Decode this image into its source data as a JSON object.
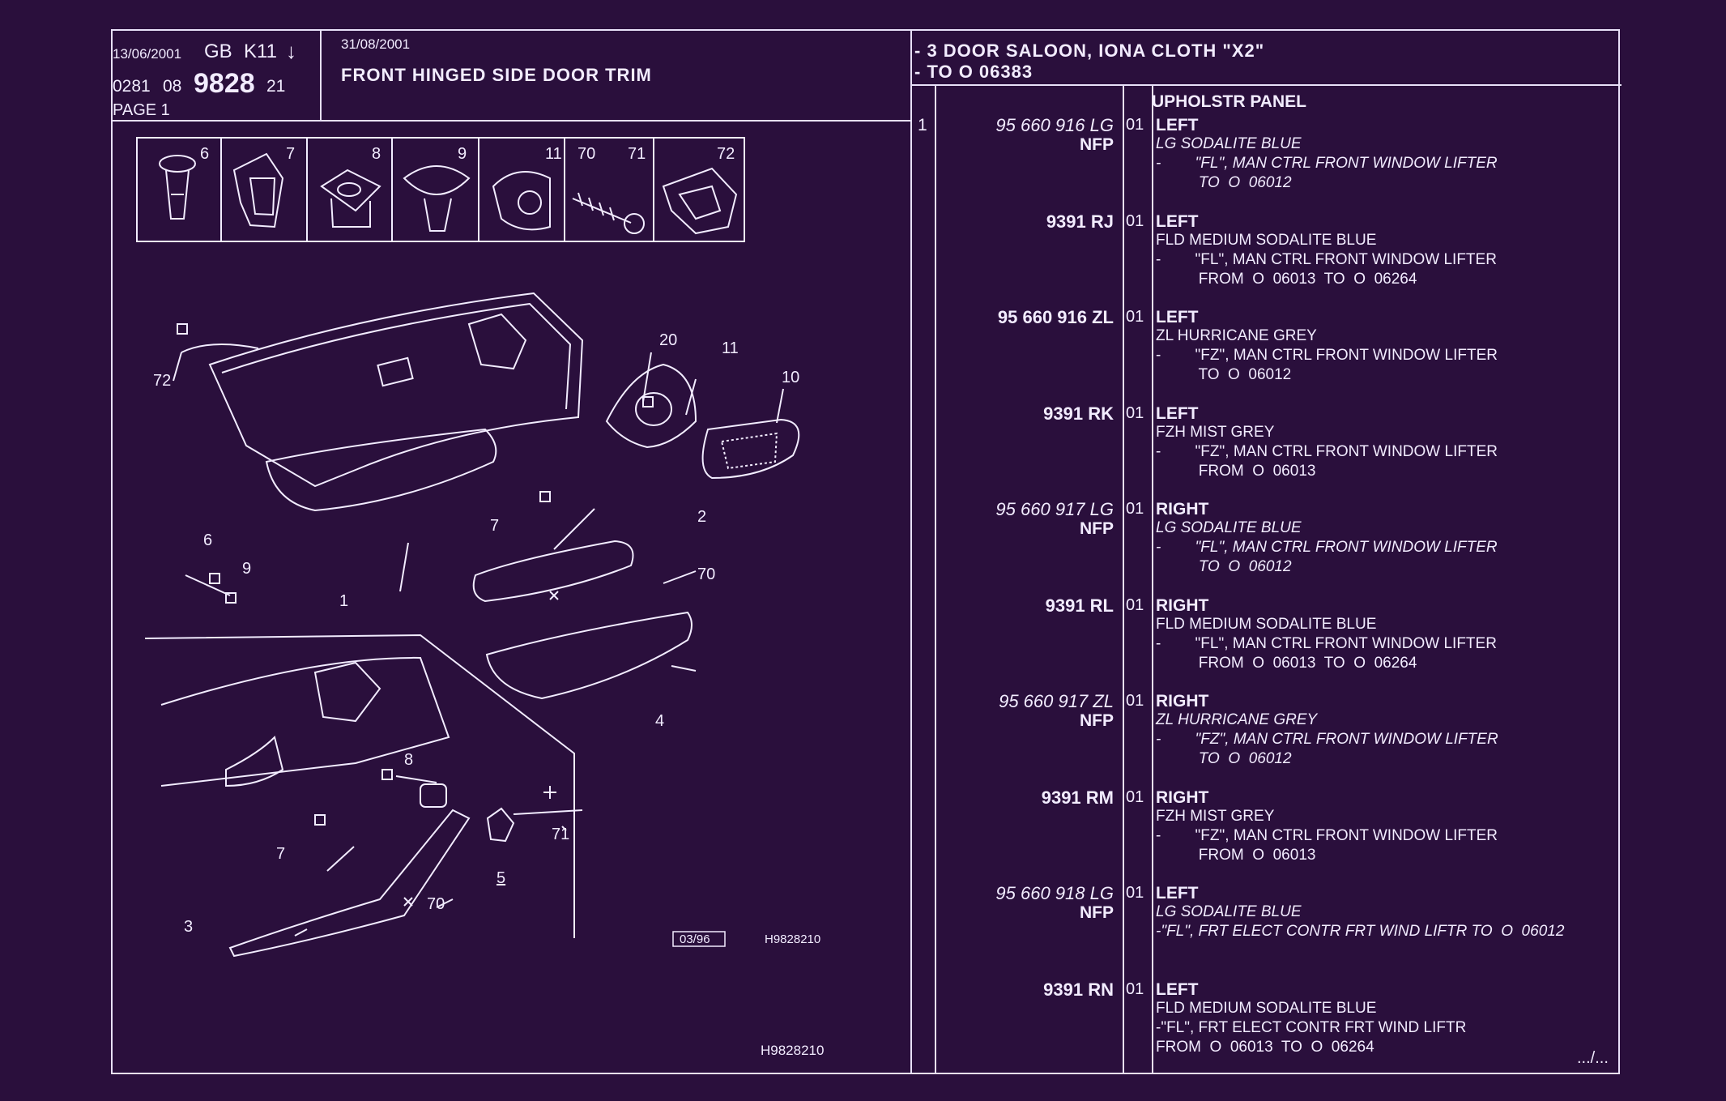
{
  "header": {
    "print_date": "13/06/2001",
    "country_code": "GB",
    "model_code": "K11",
    "arrow": "↓",
    "ref_prefix": "0281",
    "ref_group": "08",
    "ref_plate": "9828",
    "ref_suffix": "21",
    "page": "PAGE 1",
    "revision_date": "31/08/2001",
    "title": "FRONT HINGED SIDE DOOR TRIM",
    "applicability_line1": "- 3 DOOR SALOON, IONA CLOTH \"X2\"",
    "applicability_line2": "- TO  O   06383"
  },
  "diagram": {
    "fastener_labels": [
      "6",
      "7",
      "8",
      "9",
      "11",
      "70",
      "71",
      "72"
    ],
    "callouts": [
      "72",
      "20",
      "11",
      "10",
      "6",
      "9",
      "7",
      "2",
      "70",
      "1",
      "4",
      "8",
      "71",
      "5",
      "7",
      "3",
      "70"
    ],
    "stamp_date": "03/96",
    "drawing_ref": "H9828210",
    "footer_ref": "H9828210"
  },
  "parts_heading": "UPHOLSTR PANEL",
  "item_number": "1",
  "parts": [
    {
      "part_no": "95 660 916 LG",
      "nfp": "NFP",
      "qty": "01",
      "side": "LEFT",
      "italic": true,
      "lines": [
        "LG SODALITE BLUE",
        "-        \"FL\", MAN CTRL FRONT WINDOW LIFTER",
        "          TO  O  06012"
      ]
    },
    {
      "part_no": "9391 RJ",
      "nfp": "",
      "qty": "01",
      "side": "LEFT",
      "italic": false,
      "lines": [
        "FLD MEDIUM SODALITE BLUE",
        "-        \"FL\", MAN CTRL FRONT WINDOW LIFTER",
        "          FROM  O  06013  TO  O  06264"
      ]
    },
    {
      "part_no": "95 660 916 ZL",
      "nfp": "",
      "qty": "01",
      "side": "LEFT",
      "italic": false,
      "lines": [
        "ZL HURRICANE GREY",
        "-        \"FZ\", MAN CTRL FRONT WINDOW LIFTER",
        "          TO  O  06012"
      ]
    },
    {
      "part_no": "9391 RK",
      "nfp": "",
      "qty": "01",
      "side": "LEFT",
      "italic": false,
      "lines": [
        "FZH MIST GREY",
        "-        \"FZ\", MAN CTRL FRONT WINDOW LIFTER",
        "          FROM  O  06013"
      ]
    },
    {
      "part_no": "95 660 917 LG",
      "nfp": "NFP",
      "qty": "01",
      "side": "RIGHT",
      "italic": true,
      "lines": [
        "LG SODALITE BLUE",
        "-        \"FL\", MAN CTRL FRONT WINDOW LIFTER",
        "          TO  O  06012"
      ]
    },
    {
      "part_no": "9391 RL",
      "nfp": "",
      "qty": "01",
      "side": "RIGHT",
      "italic": false,
      "lines": [
        "FLD MEDIUM SODALITE BLUE",
        "-        \"FL\", MAN CTRL FRONT WINDOW LIFTER",
        "          FROM  O  06013  TO  O  06264"
      ]
    },
    {
      "part_no": "95 660 917 ZL",
      "nfp": "NFP",
      "qty": "01",
      "side": "RIGHT",
      "italic": true,
      "lines": [
        "ZL HURRICANE GREY",
        "-        \"FZ\", MAN CTRL FRONT WINDOW LIFTER",
        "          TO  O  06012"
      ]
    },
    {
      "part_no": "9391 RM",
      "nfp": "",
      "qty": "01",
      "side": "RIGHT",
      "italic": false,
      "lines": [
        "FZH MIST GREY",
        "-        \"FZ\", MAN CTRL FRONT WINDOW LIFTER",
        "          FROM  O  06013"
      ]
    },
    {
      "part_no": "95 660 918 LG",
      "nfp": "NFP",
      "qty": "01",
      "side": "LEFT",
      "italic": true,
      "lines": [
        "LG SODALITE BLUE",
        "-\"FL\", FRT ELECT CONTR FRT WIND LIFTR TO  O  06012"
      ]
    },
    {
      "part_no": "9391 RN",
      "nfp": "",
      "qty": "01",
      "side": "LEFT",
      "italic": false,
      "lines": [
        "FLD MEDIUM SODALITE BLUE",
        "-\"FL\", FRT ELECT CONTR FRT WIND LIFTR",
        "FROM  O  06013  TO  O  06264"
      ]
    }
  ],
  "continuation": ".../..."
}
